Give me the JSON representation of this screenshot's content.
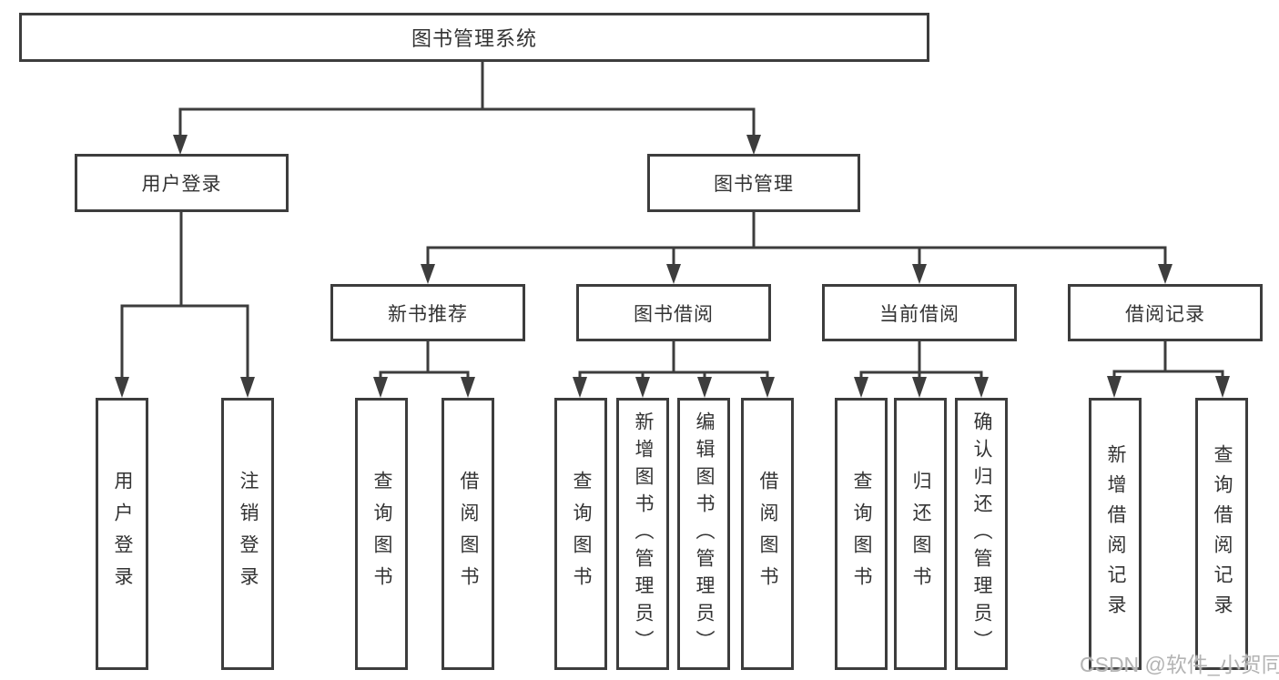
{
  "diagram": {
    "title": "图书管理系统",
    "root": {
      "label": "图书管理系统",
      "children": [
        {
          "label": "用户登录",
          "children": [
            {
              "label": "用户登录"
            },
            {
              "label": "注销登录"
            }
          ]
        },
        {
          "label": "图书管理",
          "children": [
            {
              "label": "新书推荐",
              "children": [
                {
                  "label": "查询图书"
                },
                {
                  "label": "借阅图书"
                }
              ]
            },
            {
              "label": "图书借阅",
              "children": [
                {
                  "label": "查询图书"
                },
                {
                  "label": "新增图书（管理员）"
                },
                {
                  "label": "编辑图书（管理员）"
                },
                {
                  "label": "借阅图书"
                }
              ]
            },
            {
              "label": "当前借阅",
              "children": [
                {
                  "label": "查询图书"
                },
                {
                  "label": "归还图书"
                },
                {
                  "label": "确认归还（管理员）"
                }
              ]
            },
            {
              "label": "借阅记录",
              "children": [
                {
                  "label": "新增借阅记录"
                },
                {
                  "label": "查询借阅记录"
                }
              ]
            }
          ]
        }
      ]
    }
  },
  "watermark": {
    "text": "CSDN @软件_小贺同学"
  },
  "colors": {
    "line": "#3d3d3d",
    "text": "#333333",
    "watermark": "#b4b4b4",
    "background": "#ffffff"
  }
}
